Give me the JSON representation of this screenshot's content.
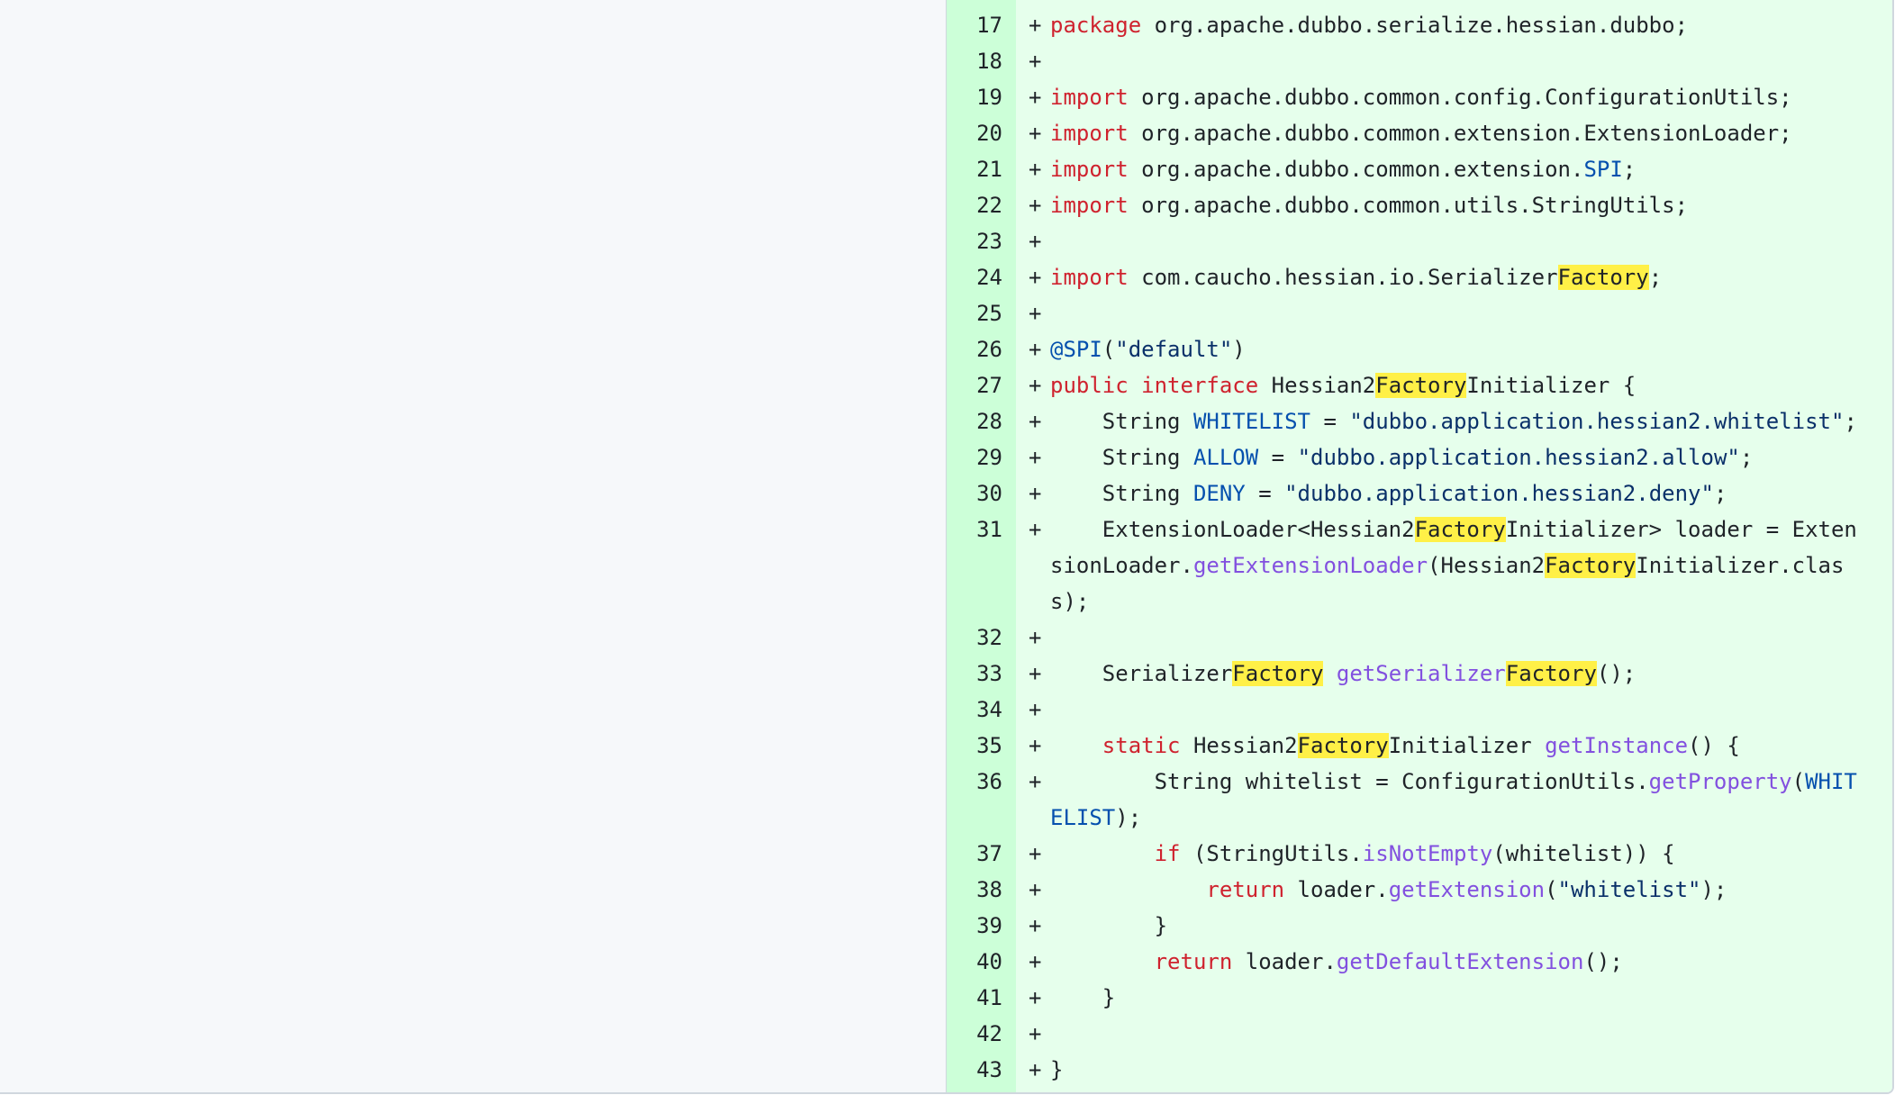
{
  "diff": {
    "marker": "+",
    "lines": [
      {
        "num": "17",
        "tokens": [
          {
            "t": "package",
            "c": "kw"
          },
          {
            "t": " org.apache.dubbo.serialize.hessian.dubbo;"
          }
        ]
      },
      {
        "num": "18",
        "tokens": []
      },
      {
        "num": "19",
        "tokens": [
          {
            "t": "import",
            "c": "kw"
          },
          {
            "t": " org.apache.dubbo.common.config.ConfigurationUtils;"
          }
        ]
      },
      {
        "num": "20",
        "tokens": [
          {
            "t": "import",
            "c": "kw"
          },
          {
            "t": " org.apache.dubbo.common.extension.ExtensionLoader;"
          }
        ]
      },
      {
        "num": "21",
        "tokens": [
          {
            "t": "import",
            "c": "kw"
          },
          {
            "t": " org.apache.dubbo.common.extension."
          },
          {
            "t": "SPI",
            "c": "const"
          },
          {
            "t": ";"
          }
        ]
      },
      {
        "num": "22",
        "tokens": [
          {
            "t": "import",
            "c": "kw"
          },
          {
            "t": " org.apache.dubbo.common.utils.StringUtils;"
          }
        ]
      },
      {
        "num": "23",
        "tokens": []
      },
      {
        "num": "24",
        "tokens": [
          {
            "t": "import",
            "c": "kw"
          },
          {
            "t": " com.caucho.hessian.io.Serializer"
          },
          {
            "t": "Factory",
            "c": "hl"
          },
          {
            "t": ";"
          }
        ]
      },
      {
        "num": "25",
        "tokens": []
      },
      {
        "num": "26",
        "tokens": [
          {
            "t": "@SPI",
            "c": "ann"
          },
          {
            "t": "("
          },
          {
            "t": "\"default\"",
            "c": "str"
          },
          {
            "t": ")"
          }
        ]
      },
      {
        "num": "27",
        "tokens": [
          {
            "t": "public",
            "c": "kw"
          },
          {
            "t": " "
          },
          {
            "t": "interface",
            "c": "kw"
          },
          {
            "t": " Hessian2"
          },
          {
            "t": "Factory",
            "c": "hl"
          },
          {
            "t": "Initializer {"
          }
        ]
      },
      {
        "num": "28",
        "tokens": [
          {
            "t": "    String "
          },
          {
            "t": "WHITELIST",
            "c": "const"
          },
          {
            "t": " = "
          },
          {
            "t": "\"dubbo.application.hessian2.whitelist\"",
            "c": "str"
          },
          {
            "t": ";"
          }
        ]
      },
      {
        "num": "29",
        "tokens": [
          {
            "t": "    String "
          },
          {
            "t": "ALLOW",
            "c": "const"
          },
          {
            "t": " = "
          },
          {
            "t": "\"dubbo.application.hessian2.allow\"",
            "c": "str"
          },
          {
            "t": ";"
          }
        ]
      },
      {
        "num": "30",
        "tokens": [
          {
            "t": "    String "
          },
          {
            "t": "DENY",
            "c": "const"
          },
          {
            "t": " = "
          },
          {
            "t": "\"dubbo.application.hessian2.deny\"",
            "c": "str"
          },
          {
            "t": ";"
          }
        ]
      },
      {
        "num": "31",
        "tokens": [
          {
            "t": "    ExtensionLoader<Hessian2"
          },
          {
            "t": "Factory",
            "c": "hl"
          },
          {
            "t": "Initializer> loader = ExtensionLoader."
          },
          {
            "t": "getExtensionLoader",
            "c": "fn"
          },
          {
            "t": "(Hessian2"
          },
          {
            "t": "Factory",
            "c": "hl"
          },
          {
            "t": "Initializer.class);"
          }
        ]
      },
      {
        "num": "32",
        "tokens": []
      },
      {
        "num": "33",
        "tokens": [
          {
            "t": "    Serializer"
          },
          {
            "t": "Factory",
            "c": "hl"
          },
          {
            "t": " "
          },
          {
            "t": "getSerializer",
            "c": "fn"
          },
          {
            "t": "Factory",
            "c": "hl"
          },
          {
            "t": "();"
          }
        ]
      },
      {
        "num": "34",
        "tokens": []
      },
      {
        "num": "35",
        "tokens": [
          {
            "t": "    "
          },
          {
            "t": "static",
            "c": "kw"
          },
          {
            "t": " Hessian2"
          },
          {
            "t": "Factory",
            "c": "hl"
          },
          {
            "t": "Initializer "
          },
          {
            "t": "getInstance",
            "c": "fn"
          },
          {
            "t": "() {"
          }
        ]
      },
      {
        "num": "36",
        "tokens": [
          {
            "t": "        String whitelist = ConfigurationUtils."
          },
          {
            "t": "getProperty",
            "c": "fn"
          },
          {
            "t": "("
          },
          {
            "t": "WHITELIST",
            "c": "const"
          },
          {
            "t": ");"
          }
        ]
      },
      {
        "num": "37",
        "tokens": [
          {
            "t": "        "
          },
          {
            "t": "if",
            "c": "kw"
          },
          {
            "t": " (StringUtils."
          },
          {
            "t": "isNotEmpty",
            "c": "fn"
          },
          {
            "t": "(whitelist)) {"
          }
        ]
      },
      {
        "num": "38",
        "tokens": [
          {
            "t": "            "
          },
          {
            "t": "return",
            "c": "kw"
          },
          {
            "t": " loader."
          },
          {
            "t": "getExtension",
            "c": "fn"
          },
          {
            "t": "("
          },
          {
            "t": "\"whitelist\"",
            "c": "str"
          },
          {
            "t": ");"
          }
        ]
      },
      {
        "num": "39",
        "tokens": [
          {
            "t": "        }"
          }
        ]
      },
      {
        "num": "40",
        "tokens": [
          {
            "t": "        "
          },
          {
            "t": "return",
            "c": "kw"
          },
          {
            "t": " loader."
          },
          {
            "t": "getDefaultExtension",
            "c": "fn"
          },
          {
            "t": "();"
          }
        ]
      },
      {
        "num": "41",
        "tokens": [
          {
            "t": "    }"
          }
        ]
      },
      {
        "num": "42",
        "tokens": []
      },
      {
        "num": "43",
        "tokens": [
          {
            "t": "}"
          }
        ]
      }
    ]
  }
}
